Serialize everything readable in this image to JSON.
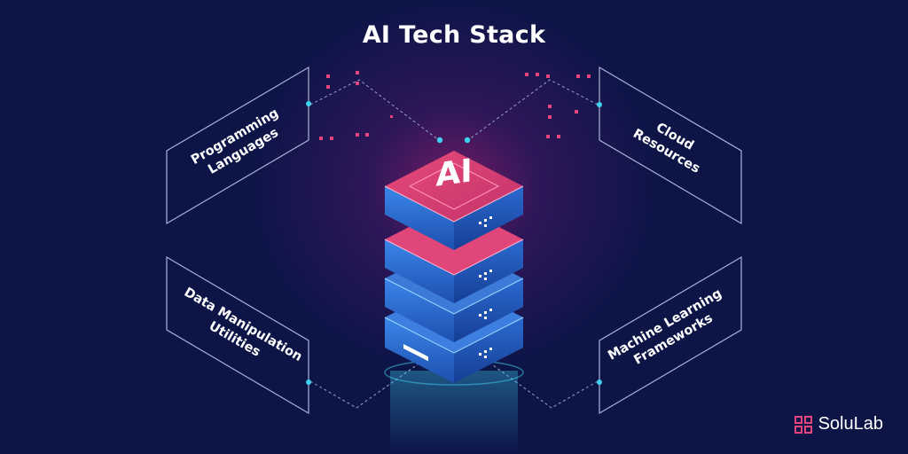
{
  "title": "AI Tech Stack",
  "center_label": "AI",
  "panels": {
    "top_left": "Programming\nLanguages",
    "top_right": "Cloud\nResources",
    "bottom_left": "Data Manipulation\nUtilities",
    "bottom_right": "Machine Learning\nFrameworks"
  },
  "brand": {
    "name": "SoluLab",
    "icon": "solulab-logo-icon"
  },
  "colors": {
    "background": "#0d1547",
    "accent_cyan": "#3fd1f0",
    "accent_pink": "#e8457e",
    "server_blue": "#2a6fd6",
    "panel_border": "#aab3d6"
  }
}
